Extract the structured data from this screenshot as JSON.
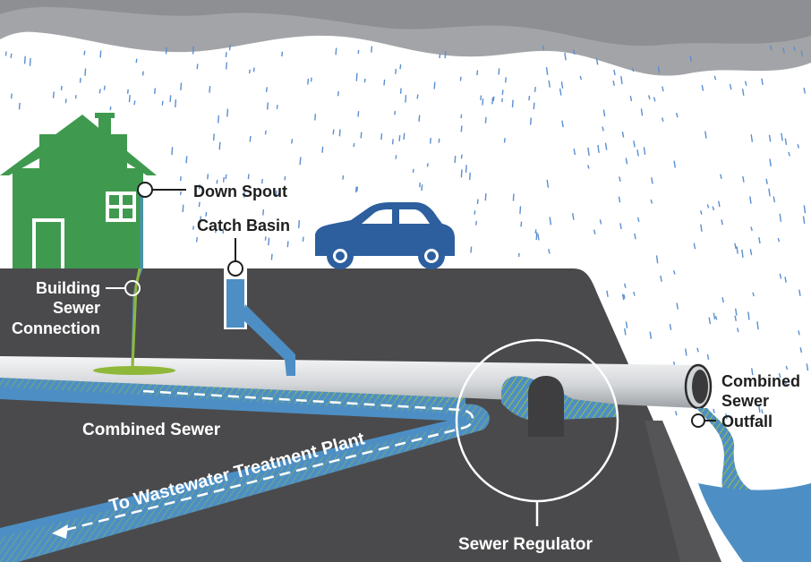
{
  "labels": {
    "down_spout": "Down Spout",
    "catch_basin": "Catch Basin",
    "building_sewer_connection": [
      "Building",
      "Sewer",
      "Connection"
    ],
    "combined_sewer": "Combined Sewer",
    "to_wastewater_plant": "To Wastewater Treatment Plant",
    "sewer_regulator": "Sewer Regulator",
    "combined_sewer_outfall": [
      "Combined",
      "Sewer",
      "Outfall"
    ]
  },
  "colors": {
    "sky_cloud": "#9a9b9e",
    "rain": "#5b8fd0",
    "house": "#3f9a4f",
    "car": "#2d5f9e",
    "ground": "#4a4a4c",
    "pipe": "#d9dcdf",
    "water": "#4d8fc4",
    "sewage": "#8fb83a",
    "text_dark": "#1e1e1e",
    "text_light": "#ffffff"
  }
}
